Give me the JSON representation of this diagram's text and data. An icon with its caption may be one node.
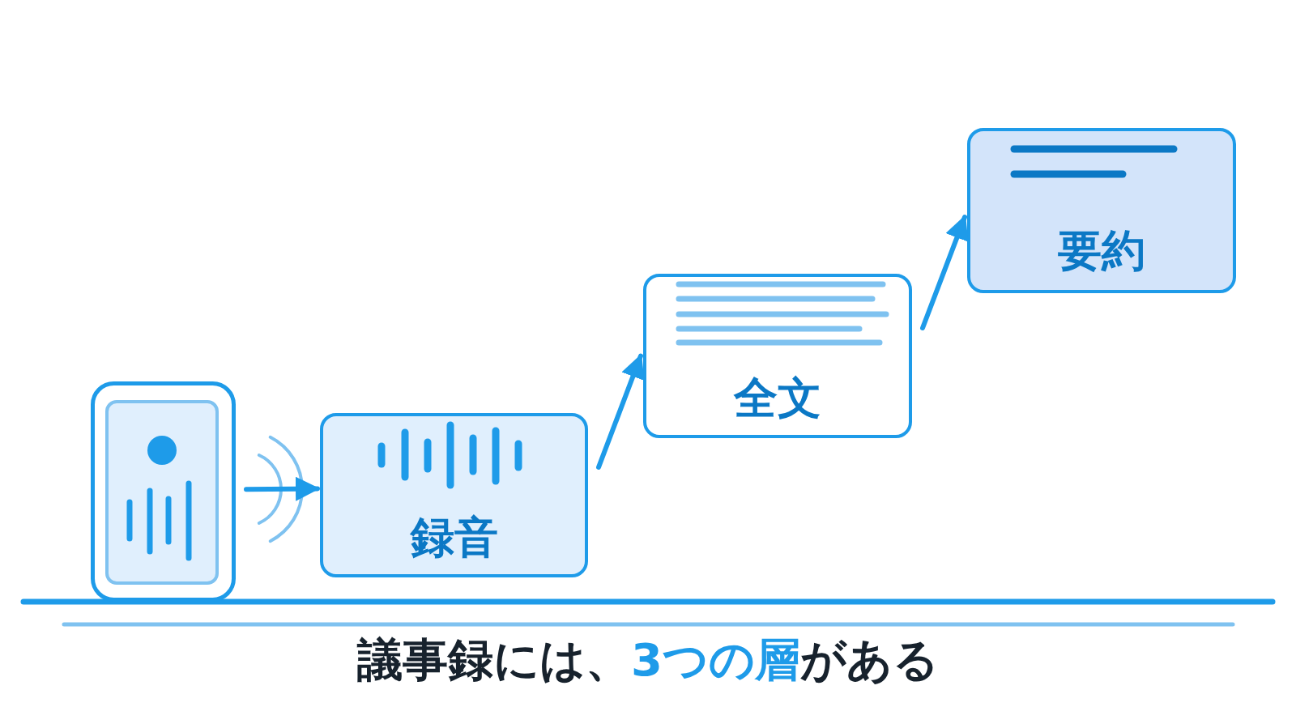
{
  "diagram": {
    "title": "議事録には、**3つの層**がある",
    "nodes": [
      {
        "text": [],
        "shape": "phone"
      },
      {
        "text": [
          "録音"
        ]
      },
      {
        "text": [
          "全文"
        ]
      },
      {
        "text": [
          "要約"
        ]
      }
    ],
    "edges": [
      {
        "from": 0,
        "to": 1,
        "arrow": "to"
      },
      {
        "from": 1,
        "to": 2,
        "arrow": "to"
      },
      {
        "from": 2,
        "to": 3,
        "arrow": "to"
      }
    ]
  }
}
